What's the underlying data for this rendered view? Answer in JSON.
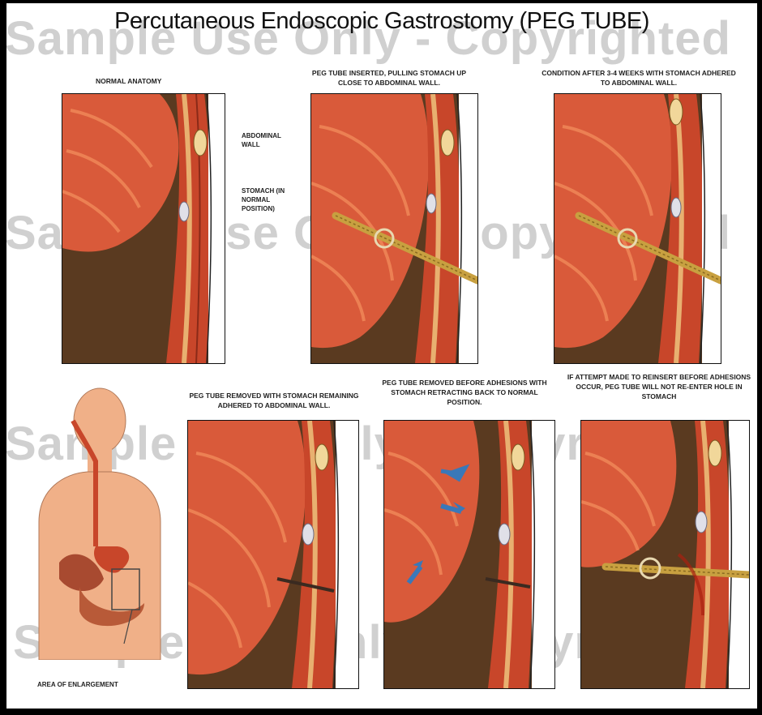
{
  "title": "Percutaneous Endoscopic Gastrostomy (PEG TUBE)",
  "watermark": "Sample Use Only - Copyrighted",
  "panels": [
    {
      "caption": "NORMAL ANATOMY"
    },
    {
      "caption": "PEG TUBE INSERTED, PULLING STOMACH UP CLOSE TO ABDOMINAL WALL."
    },
    {
      "caption": "CONDITION AFTER 3-4 WEEKS WITH STOMACH ADHERED TO ABDOMINAL WALL."
    },
    {
      "caption": "PEG TUBE REMOVED WITH  STOMACH REMAINING ADHERED TO ABDOMINAL WALL."
    },
    {
      "caption": "PEG TUBE REMOVED BEFORE ADHESIONS WITH STOMACH RETRACTING BACK TO NORMAL POSITION."
    },
    {
      "caption": "IF ATTEMPT MADE TO REINSERT BEFORE ADHESIONS OCCUR, PEG TUBE WILL NOT RE-ENTER HOLE IN STOMACH"
    }
  ],
  "labels": {
    "abdominal_wall": "ABDOMINAL WALL",
    "stomach_normal": "STOMACH (IN NORMAL POSITION)",
    "area_enlargement": "AREA OF ENLARGEMENT"
  },
  "colors": {
    "stomach": "#d95a3a",
    "stomach_highlight": "#f08a5a",
    "cavity": "#5a3a20",
    "muscle": "#c8462a",
    "fat": "#e8b070",
    "tube": "#c8a040",
    "skin": "#f0b088",
    "arrow": "#3a78b8"
  }
}
